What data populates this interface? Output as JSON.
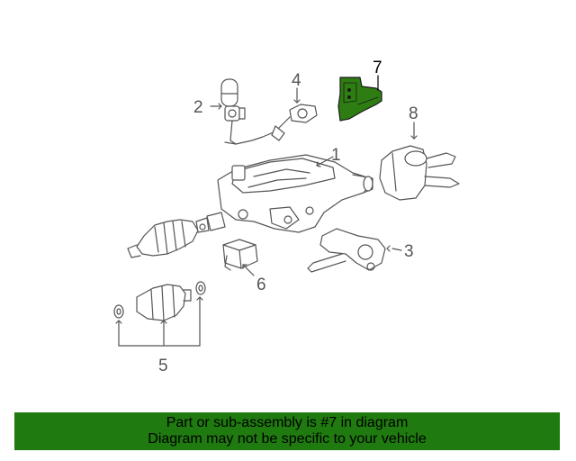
{
  "diagram": {
    "callouts": [
      "1",
      "2",
      "3",
      "4",
      "5",
      "6",
      "7",
      "8"
    ],
    "highlighted_callout": "7",
    "highlight_color": "#2e7d12",
    "line_color": "#555555"
  },
  "banner": {
    "line1": "Part or sub-assembly is #7 in diagram",
    "line2": "Diagram may not be specific to your vehicle",
    "background": "#1f7a0f"
  }
}
